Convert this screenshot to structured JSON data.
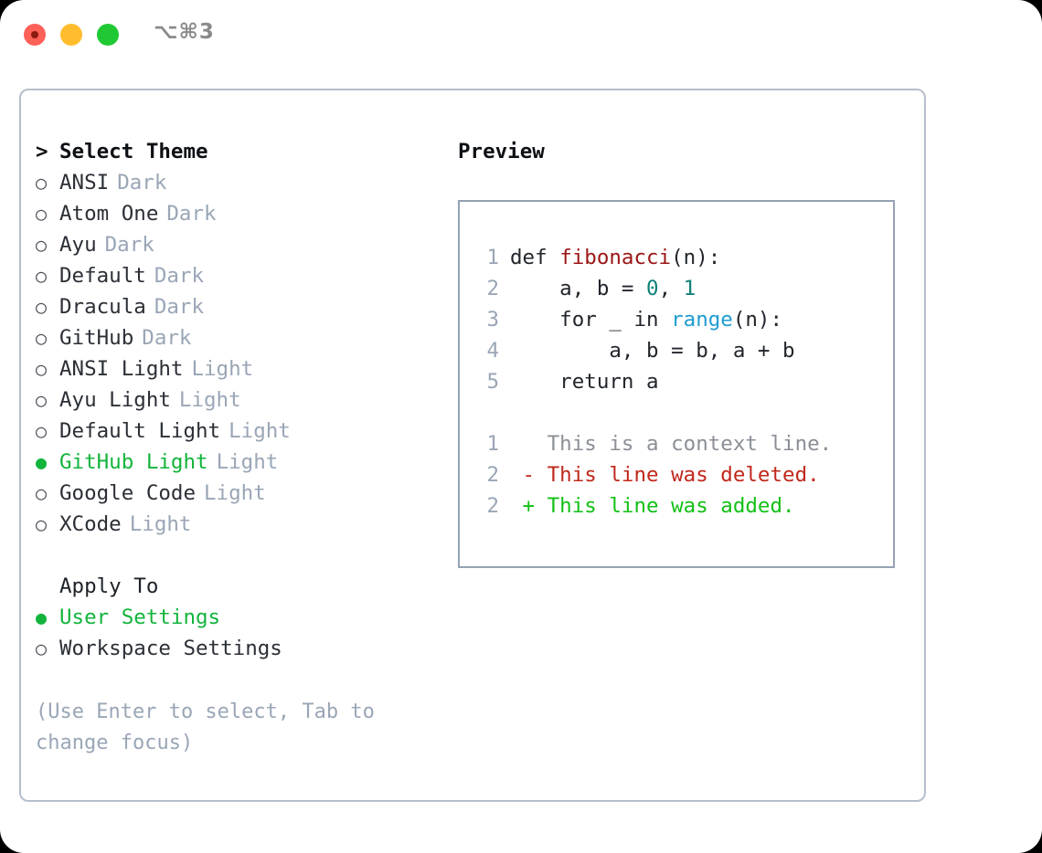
{
  "titlebar": {
    "shortcut": "⌥⌘3",
    "buttons": [
      "close",
      "minimize",
      "maximize"
    ]
  },
  "left": {
    "header": {
      "caret": ">",
      "label": "Select Theme"
    },
    "bullet_on": "●",
    "bullet_off": "○",
    "themes": [
      {
        "name": "ANSI",
        "tag": "Dark",
        "selected": false
      },
      {
        "name": "Atom One",
        "tag": "Dark",
        "selected": false
      },
      {
        "name": "Ayu",
        "tag": "Dark",
        "selected": false
      },
      {
        "name": "Default",
        "tag": "Dark",
        "selected": false
      },
      {
        "name": "Dracula",
        "tag": "Dark",
        "selected": false
      },
      {
        "name": "GitHub",
        "tag": "Dark",
        "selected": false
      },
      {
        "name": "ANSI Light",
        "tag": "Light",
        "selected": false
      },
      {
        "name": "Ayu Light",
        "tag": "Light",
        "selected": false
      },
      {
        "name": "Default Light",
        "tag": "Light",
        "selected": false
      },
      {
        "name": "GitHub Light",
        "tag": "Light",
        "selected": true
      },
      {
        "name": "Google Code",
        "tag": "Light",
        "selected": false
      },
      {
        "name": "XCode",
        "tag": "Light",
        "selected": false
      }
    ],
    "apply_to": {
      "title": "Apply To",
      "options": [
        {
          "name": "User Settings",
          "selected": true
        },
        {
          "name": "Workspace Settings",
          "selected": false
        }
      ]
    },
    "hint": "(Use Enter to select, Tab to change focus)"
  },
  "right": {
    "title": "Preview",
    "code_lines": [
      {
        "num": "1",
        "segments": [
          {
            "text": "def ",
            "kind": "kw"
          },
          {
            "text": "fibonacci",
            "kind": "fn"
          },
          {
            "text": "(n):",
            "kind": "plain"
          }
        ]
      },
      {
        "num": "2",
        "segments": [
          {
            "text": "    a, b = ",
            "kind": "plain"
          },
          {
            "text": "0",
            "kind": "num"
          },
          {
            "text": ", ",
            "kind": "plain"
          },
          {
            "text": "1",
            "kind": "num"
          }
        ]
      },
      {
        "num": "3",
        "segments": [
          {
            "text": "    for _ in ",
            "kind": "plain"
          },
          {
            "text": "range",
            "kind": "call"
          },
          {
            "text": "(n):",
            "kind": "plain"
          }
        ]
      },
      {
        "num": "4",
        "segments": [
          {
            "text": "        a, b = b, a + b",
            "kind": "plain"
          }
        ]
      },
      {
        "num": "5",
        "segments": [
          {
            "text": "    return a",
            "kind": "plain"
          }
        ]
      }
    ],
    "diff_lines": [
      {
        "num": "1",
        "marker": " ",
        "text": " This is a context line.",
        "kind": "ctx"
      },
      {
        "num": "2",
        "marker": "-",
        "text": " This line was deleted.",
        "kind": "del"
      },
      {
        "num": "2",
        "marker": "+",
        "text": " This line was added.",
        "kind": "add"
      }
    ]
  },
  "colors": {
    "accent_green": "#12b43c",
    "diff_add": "#12c016",
    "diff_del": "#c0281c",
    "muted": "#9aa6b6",
    "panel_border": "#b6bfcc",
    "preview_border": "#94a2b4",
    "fn_name": "#9b1616",
    "number": "#0f8177",
    "call": "#1f9cd0"
  }
}
